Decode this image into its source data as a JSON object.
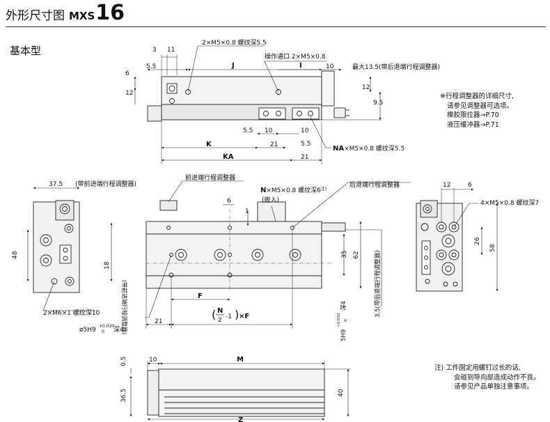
{
  "header": {
    "title_cn": "外形尺寸图",
    "model": "MXS",
    "size": "16"
  },
  "subtitle": "基本型",
  "top_view": {
    "labels": {
      "d3": "3",
      "d11": "11",
      "d5_5_left": "5.5",
      "d6": "6",
      "d12": "12",
      "j": "J",
      "i": "I",
      "d10": "10",
      "d12_right": "12",
      "d9_5": "9.5",
      "d5_5_mid": "5.5",
      "d10_mid": "10",
      "d10_mid2": "10",
      "k": "K",
      "d21": "21",
      "d5_5_right": "5.5",
      "ka": "KA",
      "d21_right": "21"
    },
    "callout_tap": "2×M5×0.8 螺纹深5.5",
    "callout_port": "操作通口 2×M5×0.8",
    "callout_max": "最大13.5(带后退端行程调整器)",
    "callout_na_bold": "NA",
    "callout_na_rest": "×M5×0.8 螺纹深5.5"
  },
  "side_note": {
    "lines": [
      "※行程调整器的详细尺寸,",
      "请参见调整器可选项。",
      "橡胶限位器→P.70",
      "液压缓冲器→P.71"
    ]
  },
  "front_view": {
    "labels": {
      "d37_5": "37.5",
      "d48": "48",
      "d18": "18"
    },
    "callout_fwd": "(带前进端行程调整器)",
    "callout_tap": "2×M6×1 螺纹深10",
    "callout_hole": "ø5H9",
    "callout_hole_tol": "+0.030",
    "callout_hole_tol0": "0",
    "callout_hole_depth": "深4"
  },
  "middle_view": {
    "label_fwd_adj": "前进端行程调整器",
    "label_rear_adj": "后退端行程调整器",
    "label_n_bold": "N",
    "label_n_rest": "×M5×0.8 螺纹深6",
    "label_n_note": "注)",
    "label_insert": "(嵌入)",
    "vertical_fwd": "(带前进端行程调整器)",
    "vertical_rear": "3.5(带后退端行程调整器)",
    "vertical_slot": "5H9",
    "vertical_slot_tol": "+0.030",
    "vertical_slot_tol0": "0",
    "vertical_slot_depth": "深4",
    "labels": {
      "d6": "6",
      "d1": "1",
      "d35": "35",
      "d62": "62",
      "f": "F",
      "d21": "21",
      "nf_n": "N",
      "nf_2": "2",
      "nf_rest": "-1",
      "nf_f": "×F"
    }
  },
  "right_view": {
    "labels": {
      "d12": "12",
      "d6": "6",
      "d26": "26",
      "d58": "58"
    },
    "callout_tap": "4×M5×0.8 螺纹深7"
  },
  "bottom_view": {
    "labels": {
      "d0_5": "0.5",
      "d10": "10",
      "m": "M",
      "d36_5": "36.5",
      "d40": "40",
      "z": "Z"
    }
  },
  "footnote": {
    "lines": [
      "注) 工件固定用螺钉过长的话,",
      "会碰到导向部造成动作不良。",
      "请参见产品单独注意事项。"
    ]
  }
}
